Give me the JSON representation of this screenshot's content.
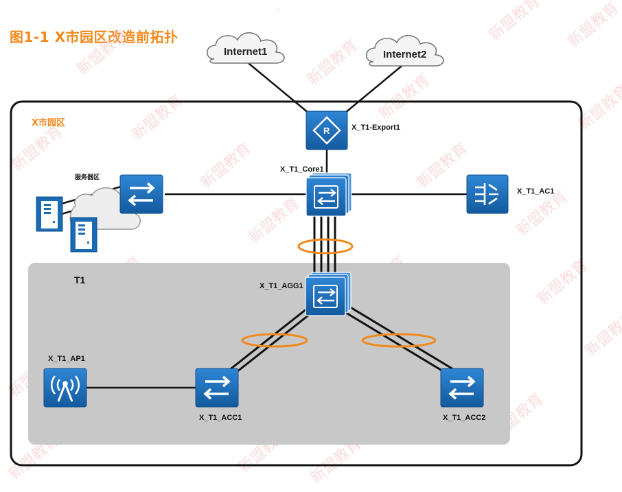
{
  "title": "图1-1 X市园区改造前拓扑",
  "header_dot": ".",
  "campus_label": "X市园区",
  "area_label": "T1",
  "server_area_label": "服务器区",
  "clouds": {
    "internet1": "Internet1",
    "internet2": "Internet2"
  },
  "devices": {
    "export": "X_T1-Export1",
    "core": "X_T1_Core1",
    "ac": "X_T1_AC1",
    "agg": "X_T1_AGG1",
    "ap": "X_T1_AP1",
    "acc1": "X_T1_ACC1",
    "acc2": "X_T1_ACC2"
  },
  "watermark": "新盟教育",
  "colors": {
    "title": "#f08a1c",
    "device_blue": "#1a6bb3",
    "device_blue_dark": "#0f4f8a",
    "lag_ring": "#f08a1c",
    "area_gray": "#c8c8c8",
    "watermark": "#f3c2c2"
  }
}
